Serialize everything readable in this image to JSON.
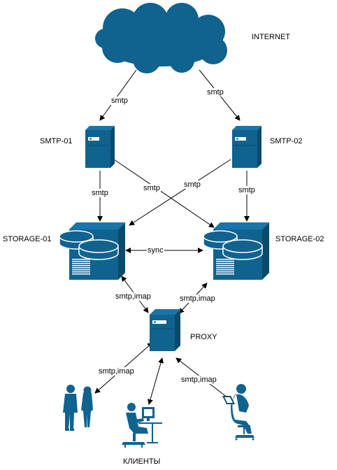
{
  "nodes": {
    "internet": "INTERNET",
    "smtp1": "SMTP-01",
    "smtp2": "SMTP-02",
    "storage1": "STORAGE-01",
    "storage2": "STORAGE-02",
    "proxy": "PROXY",
    "clients": "КЛИЕНТЫ"
  },
  "edges": {
    "cloud_smtp1": "smtp",
    "cloud_smtp2": "smtp",
    "smtp1_storage1": "smtp",
    "smtp2_storage2": "smtp",
    "smtp1_storage2": "smtp",
    "smtp2_storage1": "smtp",
    "storage_sync": "sync",
    "storage1_proxy": "smtp,imap",
    "storage2_proxy": "smtp,imap",
    "proxy_business": "smtp,imap",
    "proxy_laptop": "smtp,imap"
  },
  "colors": {
    "icon": "#10628f",
    "icon_light": "#ffffff",
    "line": "#000000"
  }
}
